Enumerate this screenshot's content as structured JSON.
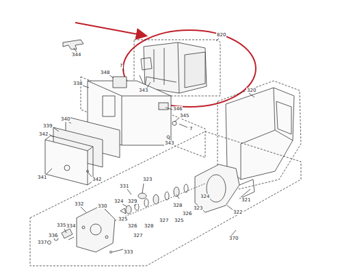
{
  "diagram": {
    "labels": [
      "344",
      "820",
      "348",
      "7",
      "338",
      "343",
      "346",
      "345",
      "7",
      "339",
      "340",
      "342",
      "343",
      "341",
      "342",
      "320",
      "331",
      "323",
      "324",
      "330",
      "332",
      "329",
      "328",
      "326",
      "323",
      "325",
      "324",
      "325",
      "326",
      "328",
      "327",
      "327",
      "335",
      "336",
      "334",
      "337",
      "333",
      "322",
      "321",
      "370"
    ]
  }
}
